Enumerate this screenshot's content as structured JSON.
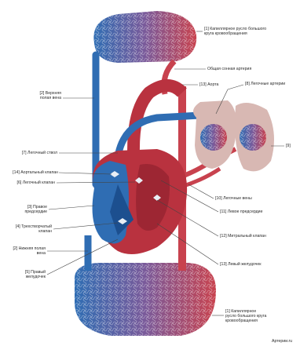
{
  "labels": {
    "cap_top": "[1] Капиллярное русло большого\nкруга кровообращения",
    "carotid": "Общая сонная артерия",
    "aorta": "[13] Аорта",
    "pulm_arteries": "[8] Легочные артерии",
    "svc": "[2] Верхняя\nполая вена",
    "lung": "[9]",
    "pulm_trunk": "[7] Легочный ствол",
    "aortic_valve": "[14] Аортальный клапан",
    "pulm_valve": "[6] Легочный клапан",
    "pulm_veins": "[10] Легочные вены",
    "right_atrium": "[3] Правое\nпредсердие",
    "left_atrium": "[11] Левое предсердие",
    "tricuspid": "[4] Трехстворчатый\nклапан",
    "mitral": "[12] Митральный клапан",
    "ivc": "[2] Нижняя полая\nвена",
    "right_ventricle": "[5] Правый\nжелудочек",
    "left_ventricle": "[13] Левый желудочек",
    "cap_bottom": "[1] Капиллярное\nрусло большого круга\nкровообращения",
    "credit": "Артерии.ru"
  },
  "colors": {
    "venous": "#2f6db3",
    "venous_dark": "#1c4f8f",
    "arterial": "#c8424e",
    "arterial_dark": "#9d2633",
    "heart_muscle": "#b9323f",
    "lung": "#d8b8b3"
  }
}
